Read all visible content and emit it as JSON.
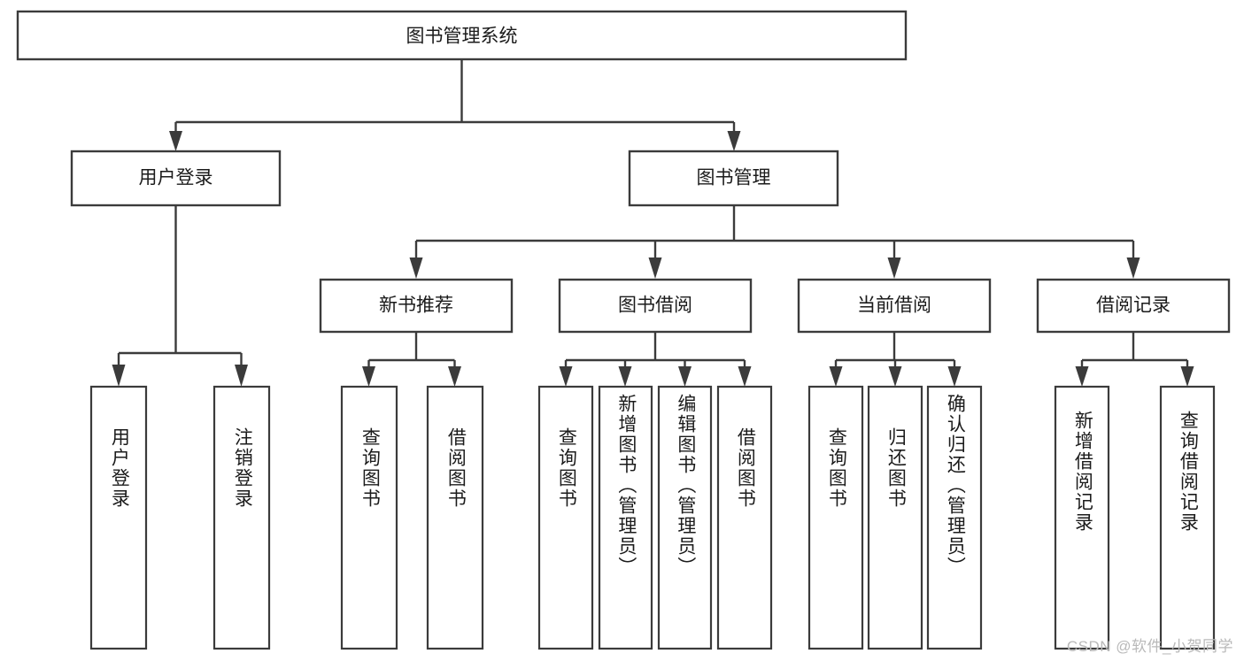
{
  "diagram": {
    "type": "tree-hierarchy",
    "title": "图书管理系统",
    "root": {
      "id": "root",
      "label": "图书管理系统",
      "orientation": "horizontal"
    },
    "level2": [
      {
        "id": "user-login",
        "label": "用户登录",
        "orientation": "horizontal"
      },
      {
        "id": "book-management",
        "label": "图书管理",
        "orientation": "horizontal"
      }
    ],
    "level3": [
      {
        "id": "new-book-recommend",
        "label": "新书推荐",
        "orientation": "horizontal",
        "parent": "book-management"
      },
      {
        "id": "book-borrow",
        "label": "图书借阅",
        "orientation": "horizontal",
        "parent": "book-management"
      },
      {
        "id": "current-borrow",
        "label": "当前借阅",
        "orientation": "horizontal",
        "parent": "book-management"
      },
      {
        "id": "borrow-record",
        "label": "借阅记录",
        "orientation": "horizontal",
        "parent": "book-management"
      }
    ],
    "leaves": [
      {
        "id": "leaf-user-login",
        "label": "用户登录",
        "orientation": "vertical",
        "parent": "user-login"
      },
      {
        "id": "leaf-logout-login",
        "label": "注销登录",
        "orientation": "vertical",
        "parent": "user-login"
      },
      {
        "id": "leaf-query-book-1",
        "label": "查询图书",
        "orientation": "vertical",
        "parent": "new-book-recommend"
      },
      {
        "id": "leaf-borrow-book-1",
        "label": "借阅图书",
        "orientation": "vertical",
        "parent": "new-book-recommend"
      },
      {
        "id": "leaf-query-book-2",
        "label": "查询图书",
        "orientation": "vertical",
        "parent": "book-borrow"
      },
      {
        "id": "leaf-add-book",
        "label": "新增图书（管理员）",
        "orientation": "vertical",
        "parent": "book-borrow"
      },
      {
        "id": "leaf-edit-book",
        "label": "编辑图书（管理员）",
        "orientation": "vertical",
        "parent": "book-borrow"
      },
      {
        "id": "leaf-borrow-book-2",
        "label": "借阅图书",
        "orientation": "vertical",
        "parent": "book-borrow"
      },
      {
        "id": "leaf-query-book-3",
        "label": "查询图书",
        "orientation": "vertical",
        "parent": "current-borrow"
      },
      {
        "id": "leaf-return-book",
        "label": "归还图书",
        "orientation": "vertical",
        "parent": "current-borrow"
      },
      {
        "id": "leaf-confirm-return",
        "label": "确认归还（管理员）",
        "orientation": "vertical",
        "parent": "current-borrow"
      },
      {
        "id": "leaf-add-record",
        "label": "新增借阅记录",
        "orientation": "vertical",
        "parent": "borrow-record"
      },
      {
        "id": "leaf-query-record",
        "label": "查询借阅记录",
        "orientation": "vertical",
        "parent": "borrow-record"
      }
    ]
  },
  "watermark": {
    "text": "CSDN @软件_小贺同学"
  },
  "colors": {
    "stroke": "#3b3b3b",
    "fill": "#ffffff",
    "text": "#1b1b1b",
    "watermark": "#b9b9b9",
    "background": "#ffffff"
  }
}
